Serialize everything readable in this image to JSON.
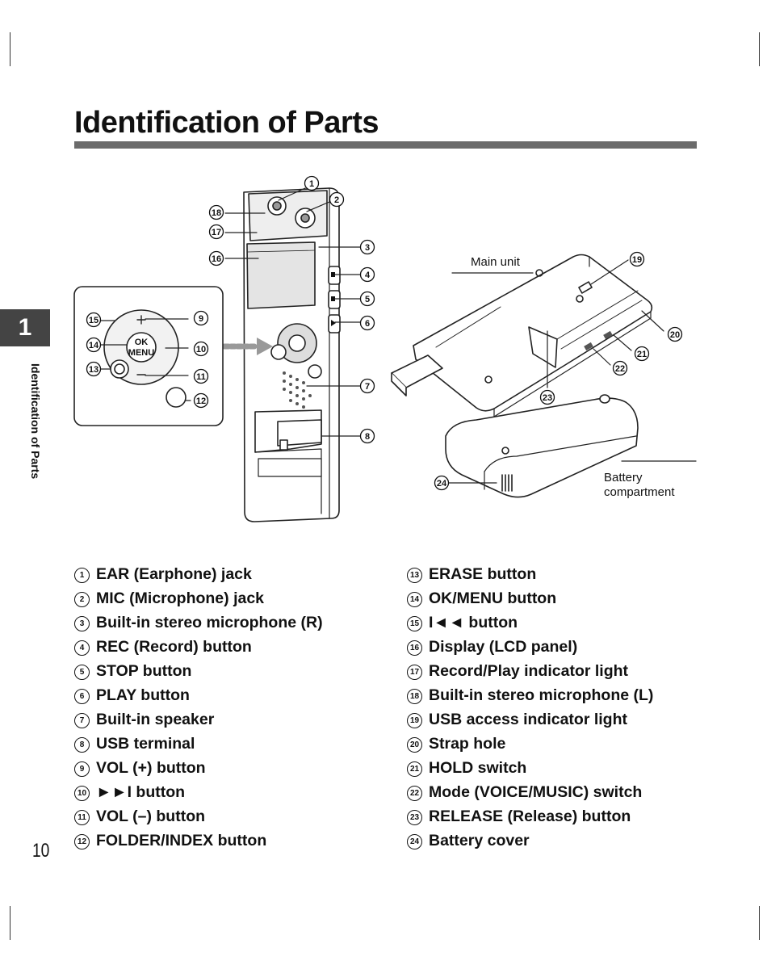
{
  "page": {
    "title": "Identification of Parts",
    "chapter_number": "1",
    "side_label": "Identification of Parts",
    "page_number": "10"
  },
  "figure": {
    "main_unit_label": "Main unit",
    "battery_label_line1": "Battery",
    "battery_label_line2": "compartment",
    "button_text_ok": "OK",
    "button_text_menu": "MENU",
    "callouts": [
      "1",
      "2",
      "3",
      "4",
      "5",
      "6",
      "7",
      "8",
      "9",
      "10",
      "11",
      "12",
      "13",
      "14",
      "15",
      "16",
      "17",
      "18",
      "19",
      "20",
      "21",
      "22",
      "23",
      "24"
    ]
  },
  "parts_left": [
    {
      "num": "1",
      "label": "EAR (Earphone) jack"
    },
    {
      "num": "2",
      "label": "MIC (Microphone) jack"
    },
    {
      "num": "3",
      "label": "Built-in stereo microphone (R)"
    },
    {
      "num": "4",
      "label": "REC (Record) button"
    },
    {
      "num": "5",
      "label": "STOP button"
    },
    {
      "num": "6",
      "label": "PLAY button"
    },
    {
      "num": "7",
      "label": "Built-in speaker"
    },
    {
      "num": "8",
      "label": "USB terminal"
    },
    {
      "num": "9",
      "label": "VOL (+) button"
    },
    {
      "num": "10",
      "label": "►►I button"
    },
    {
      "num": "11",
      "label": "VOL (–) button"
    },
    {
      "num": "12",
      "label": "FOLDER/INDEX button"
    }
  ],
  "parts_right": [
    {
      "num": "13",
      "label": "ERASE button"
    },
    {
      "num": "14",
      "label": "OK/MENU button"
    },
    {
      "num": "15",
      "label": "I◄◄ button"
    },
    {
      "num": "16",
      "label": "Display (LCD panel)"
    },
    {
      "num": "17",
      "label": "Record/Play indicator light"
    },
    {
      "num": "18",
      "label": "Built-in stereo microphone (L)"
    },
    {
      "num": "19",
      "label": "USB access indicator light"
    },
    {
      "num": "20",
      "label": "Strap hole"
    },
    {
      "num": "21",
      "label": "HOLD switch"
    },
    {
      "num": "22",
      "label": "Mode (VOICE/MUSIC) switch"
    },
    {
      "num": "23",
      "label": "RELEASE (Release) button"
    },
    {
      "num": "24",
      "label": "Battery cover"
    }
  ]
}
